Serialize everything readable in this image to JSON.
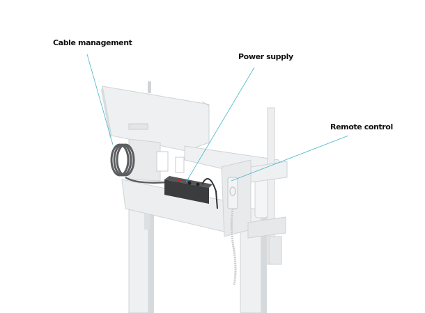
{
  "labels": {
    "cable_management": "Cable management",
    "power_supply": "Power supply",
    "remote_control": "Remote control"
  },
  "colors": {
    "leader_line": "#3fb6c8",
    "frame": "#eceeef",
    "frame_shadow": "#c9cdd0",
    "power_strip": "#3a3c3e",
    "switch": "#c0282c"
  }
}
